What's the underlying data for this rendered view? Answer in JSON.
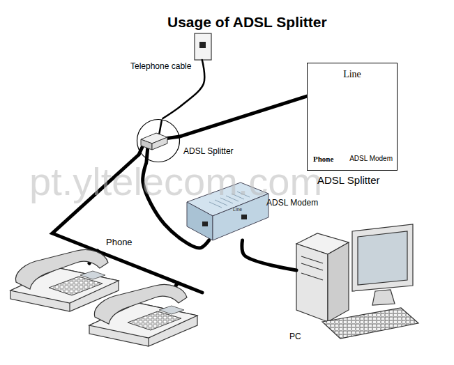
{
  "diagram": {
    "title": "Usage of ADSL Splitter",
    "nodes": [
      {
        "text": [
          "Telephone cable"
        ]
      },
      {
        "text": [
          "ADSL Splitter"
        ]
      },
      {
        "text": [
          "Line",
          "Phone",
          "ADSL Modem",
          "ADSL Splitter"
        ]
      },
      {
        "text": [
          "ADSL Modem"
        ]
      },
      {
        "text": [
          "PC"
        ]
      }
    ],
    "edges": [
      {
        "from": 0,
        "to": 1,
        "arrow": "none"
      },
      {
        "from": 1,
        "to": 2,
        "arrow": "none"
      },
      {
        "from": 1,
        "to": 3,
        "arrow": "none"
      },
      {
        "from": 3,
        "to": 4,
        "arrow": "none"
      }
    ],
    "labels": [
      "Phone",
      "Line",
      "pt.yltelecom.com"
    ]
  }
}
